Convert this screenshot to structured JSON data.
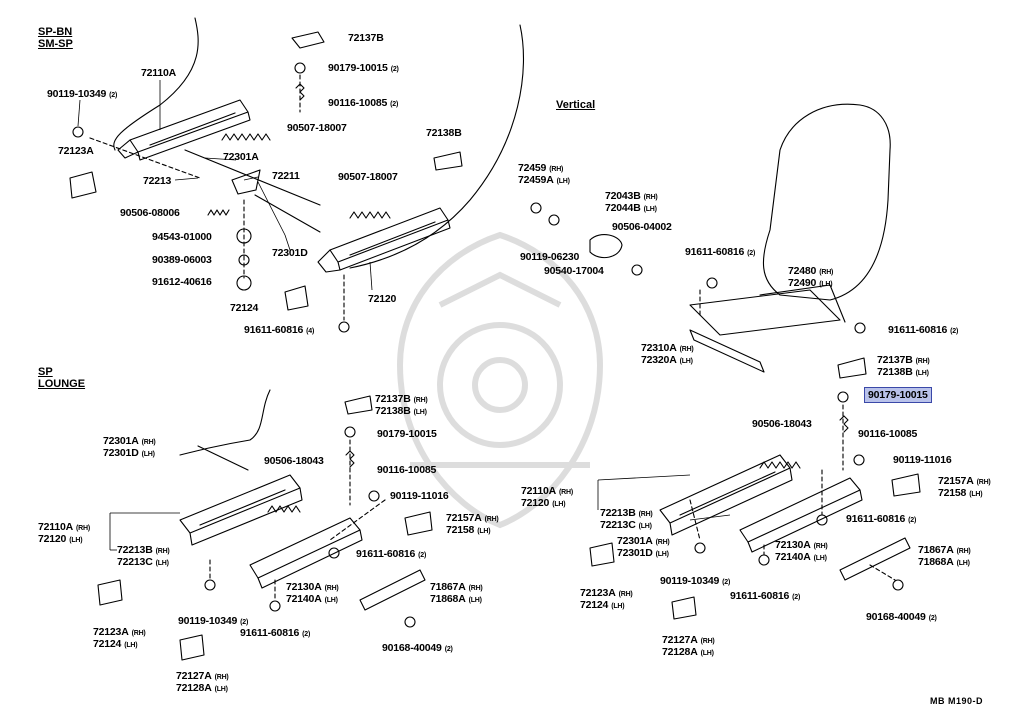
{
  "sections": {
    "sp_bn": [
      "SP-BN",
      "SM-SP"
    ],
    "sp_lounge": [
      "SP",
      "LOUNGE"
    ],
    "vertical": "Vertical"
  },
  "labels": {
    "a1": {
      "codes": [
        "72137B"
      ]
    },
    "a2": {
      "codes": [
        "90179-10015"
      ],
      "sub": "(2)"
    },
    "a3": {
      "codes": [
        "72110A"
      ]
    },
    "a4": {
      "codes": [
        "90119-10349"
      ],
      "sub": "(2)"
    },
    "a5": {
      "codes": [
        "90116-10085"
      ],
      "sub": "(2)"
    },
    "a6": {
      "codes": [
        "90507-18007"
      ]
    },
    "a7": {
      "codes": [
        "72138B"
      ]
    },
    "a8": {
      "codes": [
        "72123A"
      ]
    },
    "a9": {
      "codes": [
        "72301A"
      ]
    },
    "a10": {
      "codes": [
        "72213"
      ]
    },
    "a11": {
      "codes": [
        "72211"
      ]
    },
    "a12": {
      "codes": [
        "90507-18007"
      ]
    },
    "a13": {
      "codes": [
        "90506-08006"
      ]
    },
    "a14": {
      "codes": [
        "94543-01000"
      ]
    },
    "a15": {
      "codes": [
        "72301D"
      ]
    },
    "a16": {
      "codes": [
        "90389-06003"
      ]
    },
    "a17": {
      "codes": [
        "91612-40616"
      ]
    },
    "a18": {
      "codes": [
        "72124"
      ]
    },
    "a19": {
      "codes": [
        "72120"
      ]
    },
    "a20": {
      "codes": [
        "91611-60816"
      ],
      "sub": "(4)"
    },
    "b1": {
      "codes": [
        "72137B",
        "72138B"
      ],
      "subs": [
        "(RH)",
        "(LH)"
      ]
    },
    "b2": {
      "codes": [
        "90179-10015"
      ]
    },
    "b3": {
      "codes": [
        "72301A",
        "72301D"
      ],
      "subs": [
        "(RH)",
        "(LH)"
      ]
    },
    "b4": {
      "codes": [
        "90506-18043"
      ]
    },
    "b5": {
      "codes": [
        "90116-10085"
      ]
    },
    "b6": {
      "codes": [
        "90119-11016"
      ]
    },
    "b7": {
      "codes": [
        "72110A",
        "72120"
      ],
      "subs": [
        "(RH)",
        "(LH)"
      ]
    },
    "b8": {
      "codes": [
        "72213B",
        "72213C"
      ],
      "subs": [
        "(RH)",
        "(LH)"
      ]
    },
    "b9": {
      "codes": [
        "72157A",
        "72158"
      ],
      "subs": [
        "(RH)",
        "(LH)"
      ]
    },
    "b10": {
      "codes": [
        "91611-60816"
      ],
      "sub": "(2)"
    },
    "b11": {
      "codes": [
        "72130A",
        "72140A"
      ],
      "subs": [
        "(RH)",
        "(LH)"
      ]
    },
    "b12": {
      "codes": [
        "71867A",
        "71868A"
      ],
      "subs": [
        "(RH)",
        "(LH)"
      ]
    },
    "b13": {
      "codes": [
        "72123A",
        "72124"
      ],
      "subs": [
        "(RH)",
        "(LH)"
      ]
    },
    "b14": {
      "codes": [
        "90119-10349"
      ],
      "sub": "(2)"
    },
    "b15": {
      "codes": [
        "91611-60816"
      ],
      "sub": "(2)"
    },
    "b16": {
      "codes": [
        "90168-40049"
      ],
      "sub": "(2)"
    },
    "b17": {
      "codes": [
        "72127A",
        "72128A"
      ],
      "subs": [
        "(RH)",
        "(LH)"
      ]
    },
    "c1": {
      "codes": [
        "72459",
        "72459A"
      ],
      "subs": [
        "(RH)",
        "(LH)"
      ]
    },
    "c2": {
      "codes": [
        "72043B",
        "72044B"
      ],
      "subs": [
        "(RH)",
        "(LH)"
      ]
    },
    "c3": {
      "codes": [
        "90506-04002"
      ]
    },
    "c4": {
      "codes": [
        "90119-06230"
      ]
    },
    "c5": {
      "codes": [
        "90540-17004"
      ]
    },
    "c6": {
      "codes": [
        "91611-60816"
      ],
      "sub": "(2)"
    },
    "c7": {
      "codes": [
        "72480",
        "72490"
      ],
      "subs": [
        "(RH)",
        "(LH)"
      ]
    },
    "c8": {
      "codes": [
        "91611-60816"
      ],
      "sub": "(2)"
    },
    "c9": {
      "codes": [
        "72310A",
        "72320A"
      ],
      "subs": [
        "(RH)",
        "(LH)"
      ]
    },
    "c10": {
      "codes": [
        "72137B",
        "72138B"
      ],
      "subs": [
        "(RH)",
        "(LH)"
      ]
    },
    "c11": {
      "codes": [
        "90179-10015"
      ]
    },
    "c12": {
      "codes": [
        "90506-18043"
      ]
    },
    "c13": {
      "codes": [
        "90116-10085"
      ]
    },
    "c14": {
      "codes": [
        "90119-11016"
      ]
    },
    "c15": {
      "codes": [
        "72110A",
        "72120"
      ],
      "subs": [
        "(RH)",
        "(LH)"
      ]
    },
    "c16": {
      "codes": [
        "72157A",
        "72158"
      ],
      "subs": [
        "(RH)",
        "(LH)"
      ]
    },
    "c17": {
      "codes": [
        "72213B",
        "72213C"
      ],
      "subs": [
        "(RH)",
        "(LH)"
      ]
    },
    "c18": {
      "codes": [
        "91611-60816"
      ],
      "sub": "(2)"
    },
    "c19": {
      "codes": [
        "72301A",
        "72301D"
      ],
      "subs": [
        "(RH)",
        "(LH)"
      ]
    },
    "c20": {
      "codes": [
        "72130A",
        "72140A"
      ],
      "subs": [
        "(RH)",
        "(LH)"
      ]
    },
    "c21": {
      "codes": [
        "71867A",
        "71868A"
      ],
      "subs": [
        "(RH)",
        "(LH)"
      ]
    },
    "c22": {
      "codes": [
        "72123A",
        "72124"
      ],
      "subs": [
        "(RH)",
        "(LH)"
      ]
    },
    "c23": {
      "codes": [
        "90119-10349"
      ],
      "sub": "(2)"
    },
    "c24": {
      "codes": [
        "91611-60816"
      ],
      "sub": "(2)"
    },
    "c25": {
      "codes": [
        "90168-40049"
      ],
      "sub": "(2)"
    },
    "c26": {
      "codes": [
        "72127A",
        "72128A"
      ],
      "subs": [
        "(RH)",
        "(LH)"
      ]
    }
  },
  "footer": "MB  M190-D",
  "colors": {
    "highlight_fill": "#b9c2ea",
    "highlight_border": "#3a48a8",
    "ink": "#000000"
  }
}
